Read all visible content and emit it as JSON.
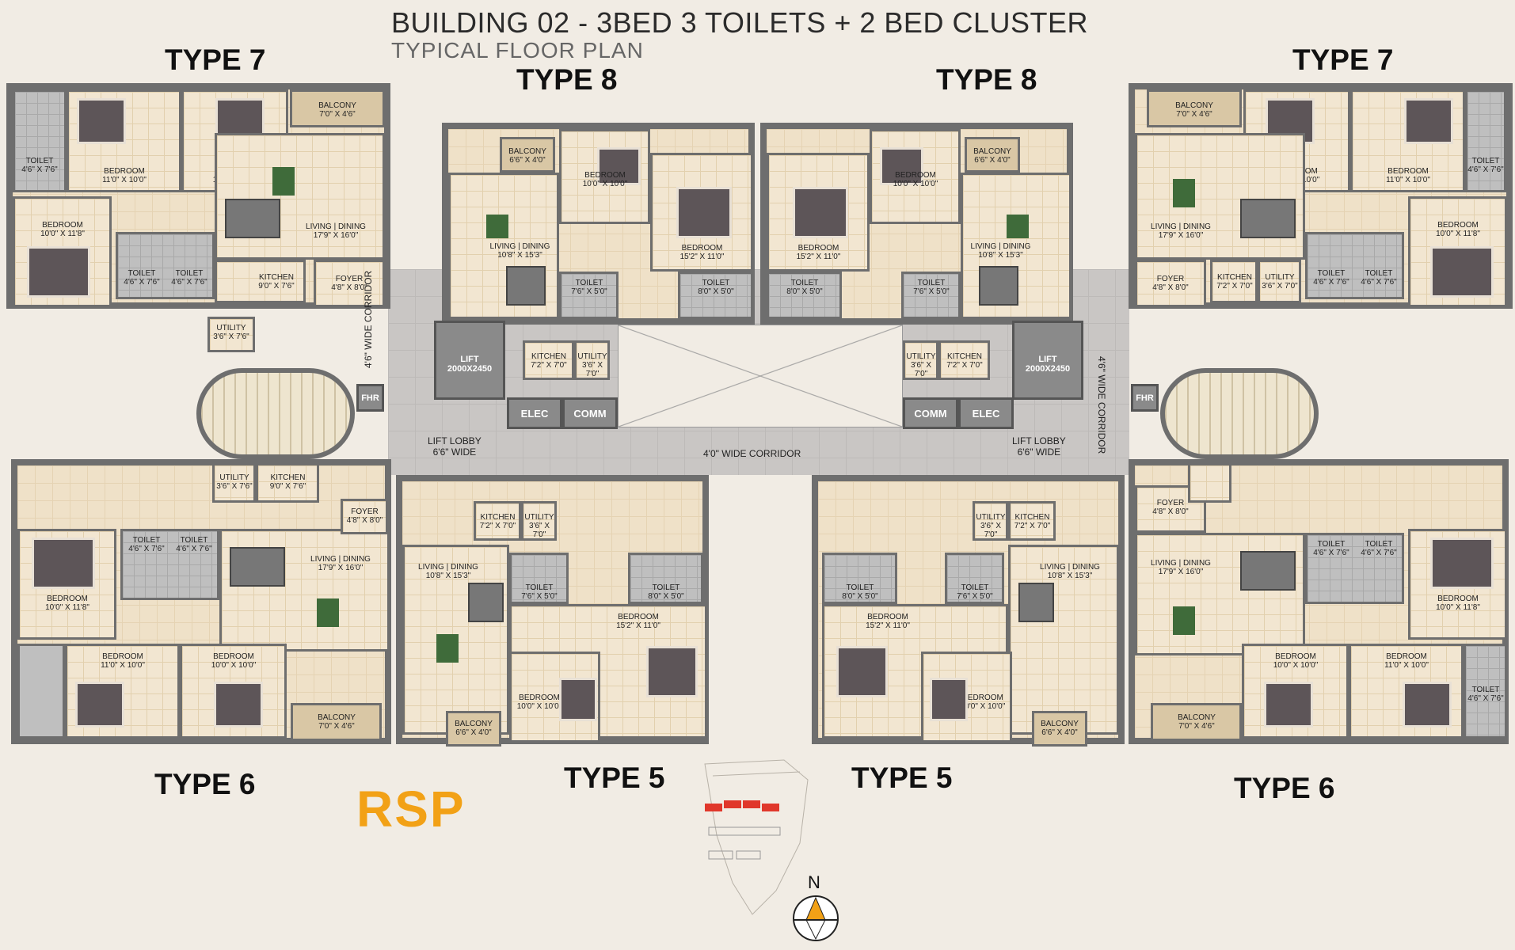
{
  "header": {
    "title": "BUILDING 02 - 3BED 3 TOILETS + 2 BED CLUSTER",
    "subtitle": "TYPICAL FLOOR PLAN"
  },
  "types": {
    "type7_left": "TYPE 7",
    "type7_right": "TYPE 7",
    "type8_left": "TYPE 8",
    "type8_right": "TYPE 8",
    "type6_left": "TYPE 6",
    "type6_right": "TYPE 6",
    "type5_left": "TYPE 5",
    "type5_right": "TYPE 5"
  },
  "rooms": {
    "bedroom_11x10": "BEDROOM\n11'0\" X 10'0\"",
    "bedroom_10x10": "BEDROOM\n10'0\" X 10'0\"",
    "bedroom_10x11_8": "BEDROOM\n10'0\" X 11'8\"",
    "bedroom_15_2x11": "BEDROOM\n15'2\" X 11'0\"",
    "toilet_4_6x7_6": "TOILET\n4'6\" X 7'6\"",
    "toilet_7_6x5": "TOILET\n7'6\" X 5'0\"",
    "toilet_8x5": "TOILET\n8'0\" X 5'0\"",
    "balcony_7x4_6": "BALCONY\n7'0\" X 4'6\"",
    "balcony_6_6x4": "BALCONY\n6'6\" X 4'0\"",
    "living_17_9x16": "LIVING | DINING\n17'9\" X 16'0\"",
    "living_10_8x15_3": "LIVING | DINING\n10'8\" X 15'3\"",
    "foyer": "FOYER\n4'8\" X 8'0\"",
    "kitchen_9x7_6": "KITCHEN\n9'0\" X 7'6\"",
    "kitchen_7_2x7": "KITCHEN\n7'2\" X 7'0\"",
    "utility_3_6x7_6": "UTILITY\n3'6\" X 7'6\"",
    "utility_3_6x7": "UTILITY\n3'6\" X 7'0\""
  },
  "core": {
    "lift": "LIFT\n2000X2450",
    "elec": "ELEC",
    "comm": "COMM",
    "fhr": "FHR",
    "lift_lobby": "LIFT LOBBY\n6'6\" WIDE",
    "corridor_main": "4'0\" WIDE CORRIDOR",
    "corridor_side": "4'6\" WIDE CORRIDOR"
  },
  "brand": {
    "logo": "RSP",
    "logo_color": "#f2a116"
  },
  "compass": {
    "north": "N"
  }
}
